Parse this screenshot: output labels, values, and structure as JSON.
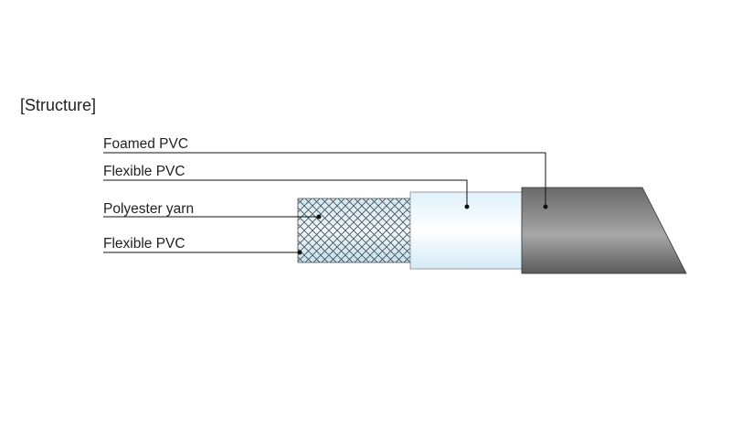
{
  "title": "[Structure]",
  "title_brackets": {
    "open": "[",
    "text": "Structure",
    "close": "]"
  },
  "layers": [
    {
      "label": "Foamed PVC",
      "color": "#6f6f6f"
    },
    {
      "label": "Flexible PVC",
      "color": "#e6f4fb"
    },
    {
      "label": "Polyester yarn",
      "color": "#bfe0ef"
    },
    {
      "label": "Flexible PVC",
      "color": "#d7ecf6"
    }
  ],
  "colors": {
    "line": "#111111",
    "text": "#222222",
    "mesh_line": "#444444"
  }
}
